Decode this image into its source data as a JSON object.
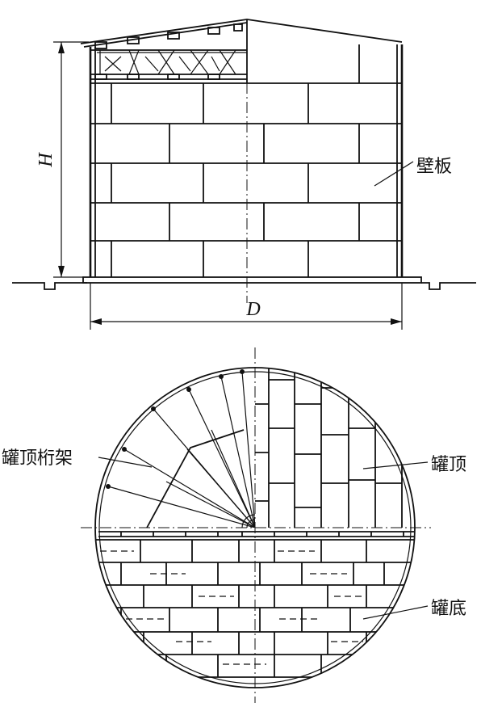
{
  "elevation": {
    "height_symbol": "H",
    "diameter_symbol": "D",
    "wall_label": "壁板"
  },
  "plan": {
    "truss_label": "罐顶桁架",
    "roof_label": "罐顶",
    "bottom_label": "罐底"
  }
}
